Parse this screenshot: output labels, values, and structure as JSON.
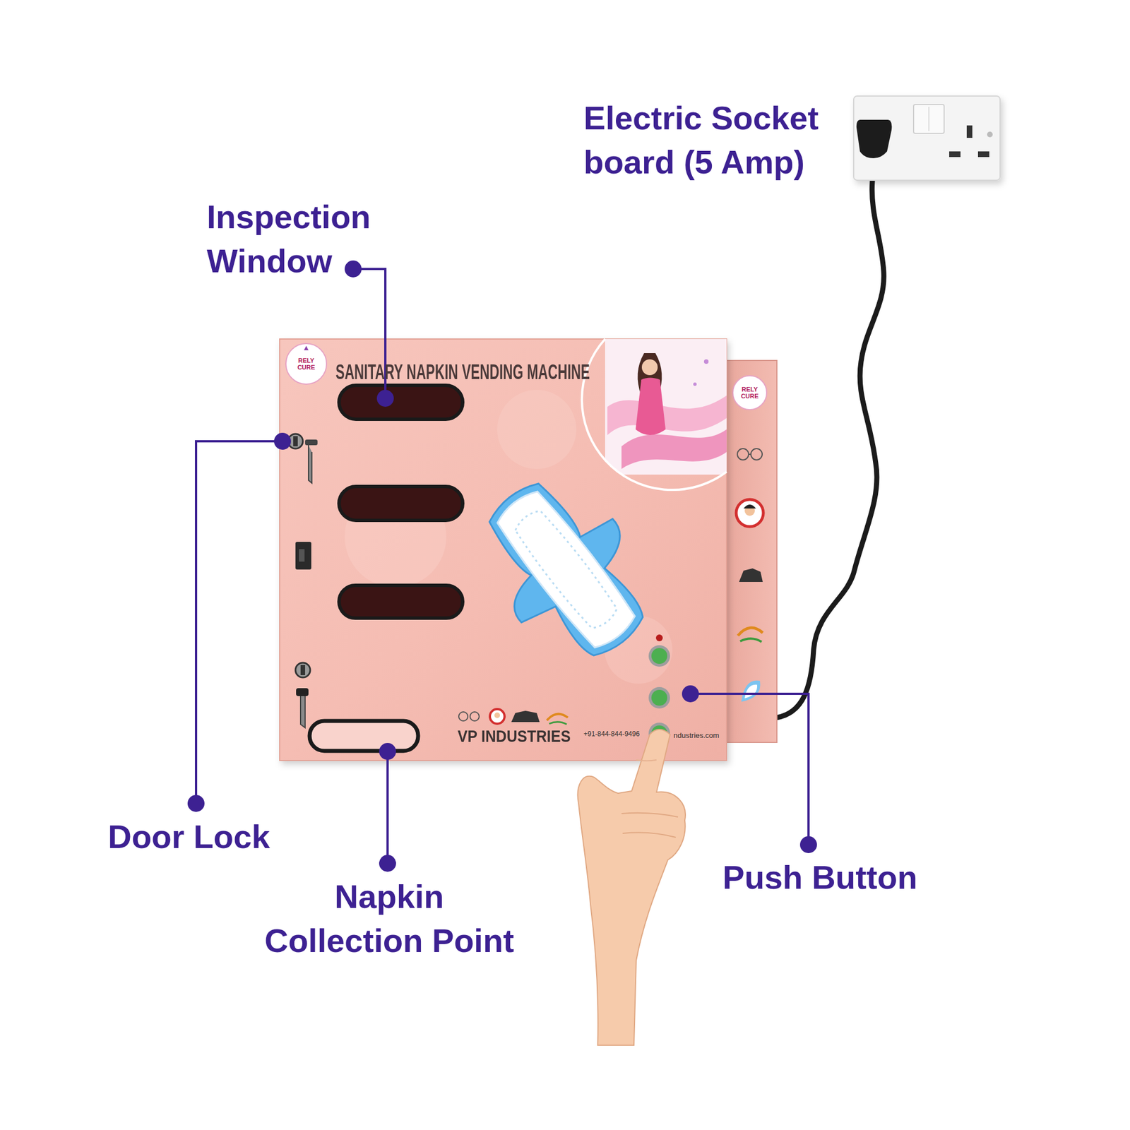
{
  "diagram": {
    "labels": [
      "Electric Socket board (5 Amp)",
      "Inspection Window",
      "Door Lock",
      "Napkin Collection Point",
      "Push Button",
      "SANITARY NAPKIN VENDING MACHINE",
      "RELY CURE",
      "RELY CURE",
      "VP INDUSTRIES",
      "+91-844-844-9496",
      "ndustries.com"
    ]
  }
}
